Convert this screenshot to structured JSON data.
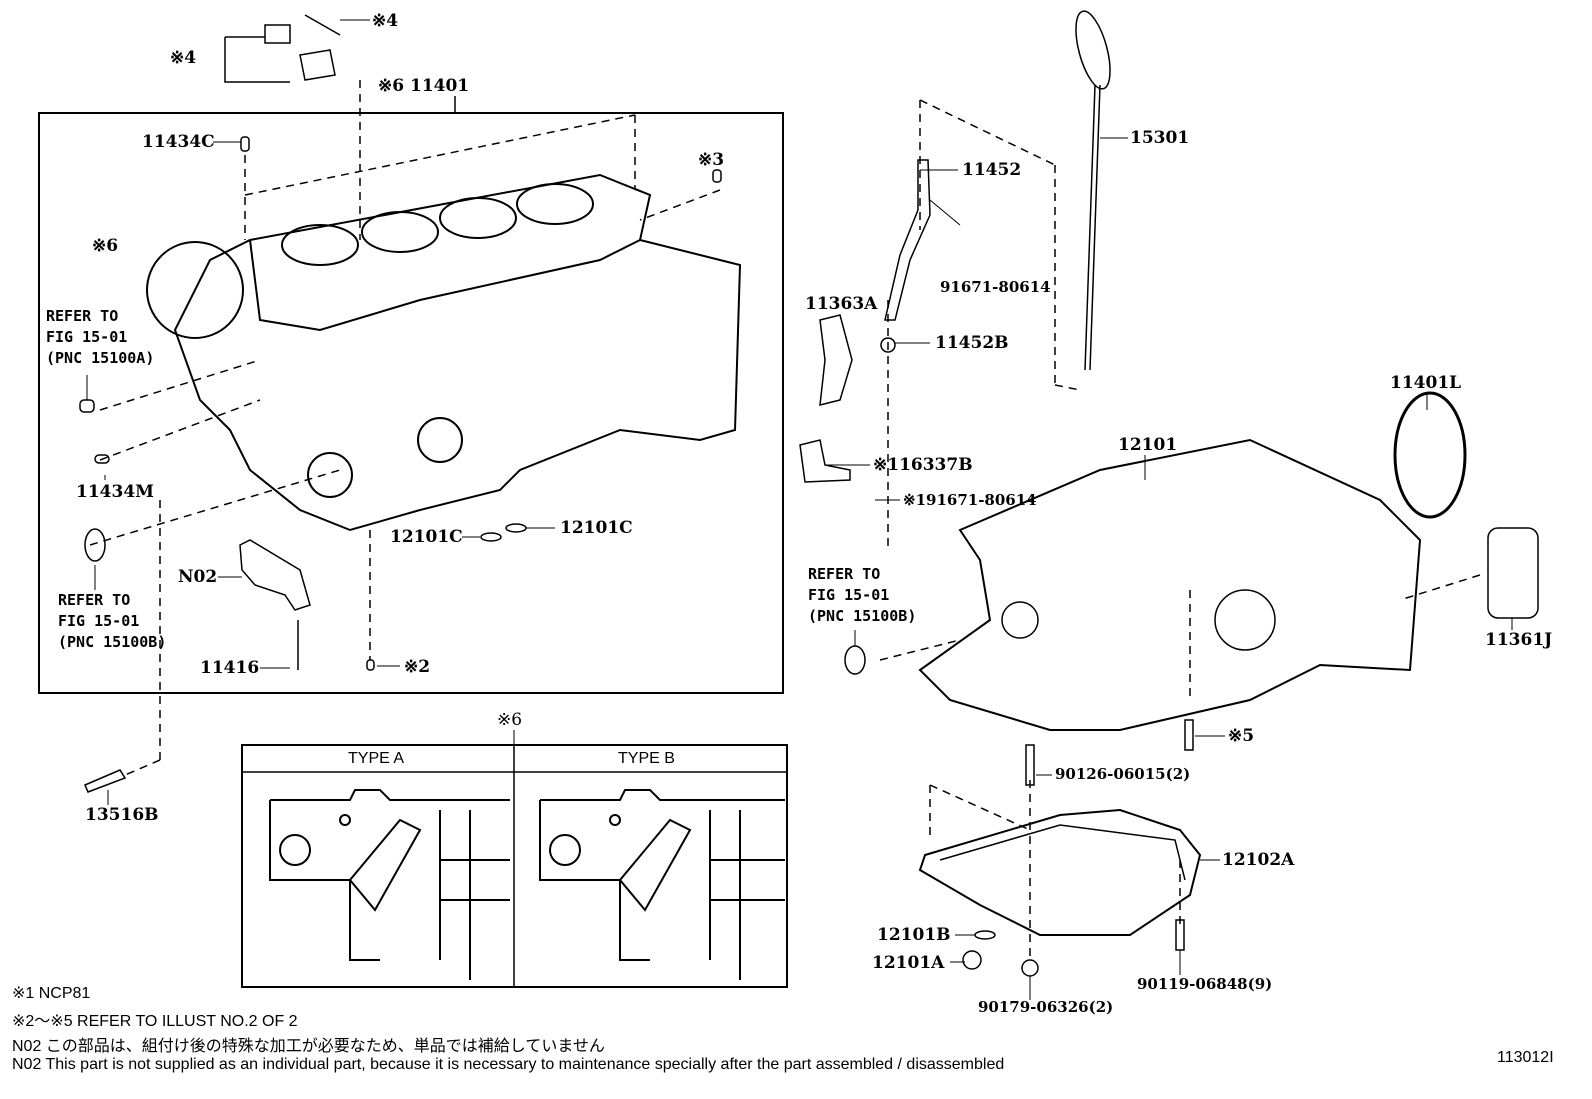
{
  "diagram": {
    "title_code": "113012I",
    "parts": {
      "p11401": "※6 11401",
      "p11434C": "11434C",
      "p4a": "※4",
      "p4b": "※4",
      "p3": "※3",
      "p6": "※6",
      "p11434M": "11434M",
      "p12101C_a": "12101C",
      "p12101C_b": "12101C",
      "pN02": "N02",
      "p11416": "11416",
      "p2": "※2",
      "p13516B": "13516B",
      "p15301": "15301",
      "p11452": "11452",
      "p91671": "91671-80614",
      "p11363A": "11363A",
      "p11452B": "11452B",
      "p16337B": "※116337B",
      "p191671": "※191671-80614",
      "p11401L": "11401L",
      "p12101": "12101",
      "p11361J": "11361J",
      "p5": "※5",
      "p90126": "90126-06015(2)",
      "p12102A": "12102A",
      "p12101B": "12101B",
      "p12101A": "12101A",
      "p90179": "90179-06326(2)",
      "p90119": "90119-06848(9)",
      "p6_inset": "※6"
    },
    "refer_notes": {
      "left_top": "REFER TO\nFIG 15-01\n(PNC 15100A)",
      "left_bottom": "REFER TO\nFIG 15-01\n(PNC 15100B)",
      "right": "REFER TO\nFIG 15-01\n(PNC 15100B)"
    },
    "inset": {
      "type_a": "TYPE A",
      "type_b": "TYPE B"
    },
    "footnotes": [
      "※1 NCP81",
      "※2～※5 REFER TO ILLUST NO.2 OF 2",
      "N02  この部品は、組付け後の特殊な加工が必要なため、単品では補給していません",
      "N02  This part is not supplied as an individual part, because it is necessary to maintenance specially after the part assembled / disassembled"
    ]
  }
}
